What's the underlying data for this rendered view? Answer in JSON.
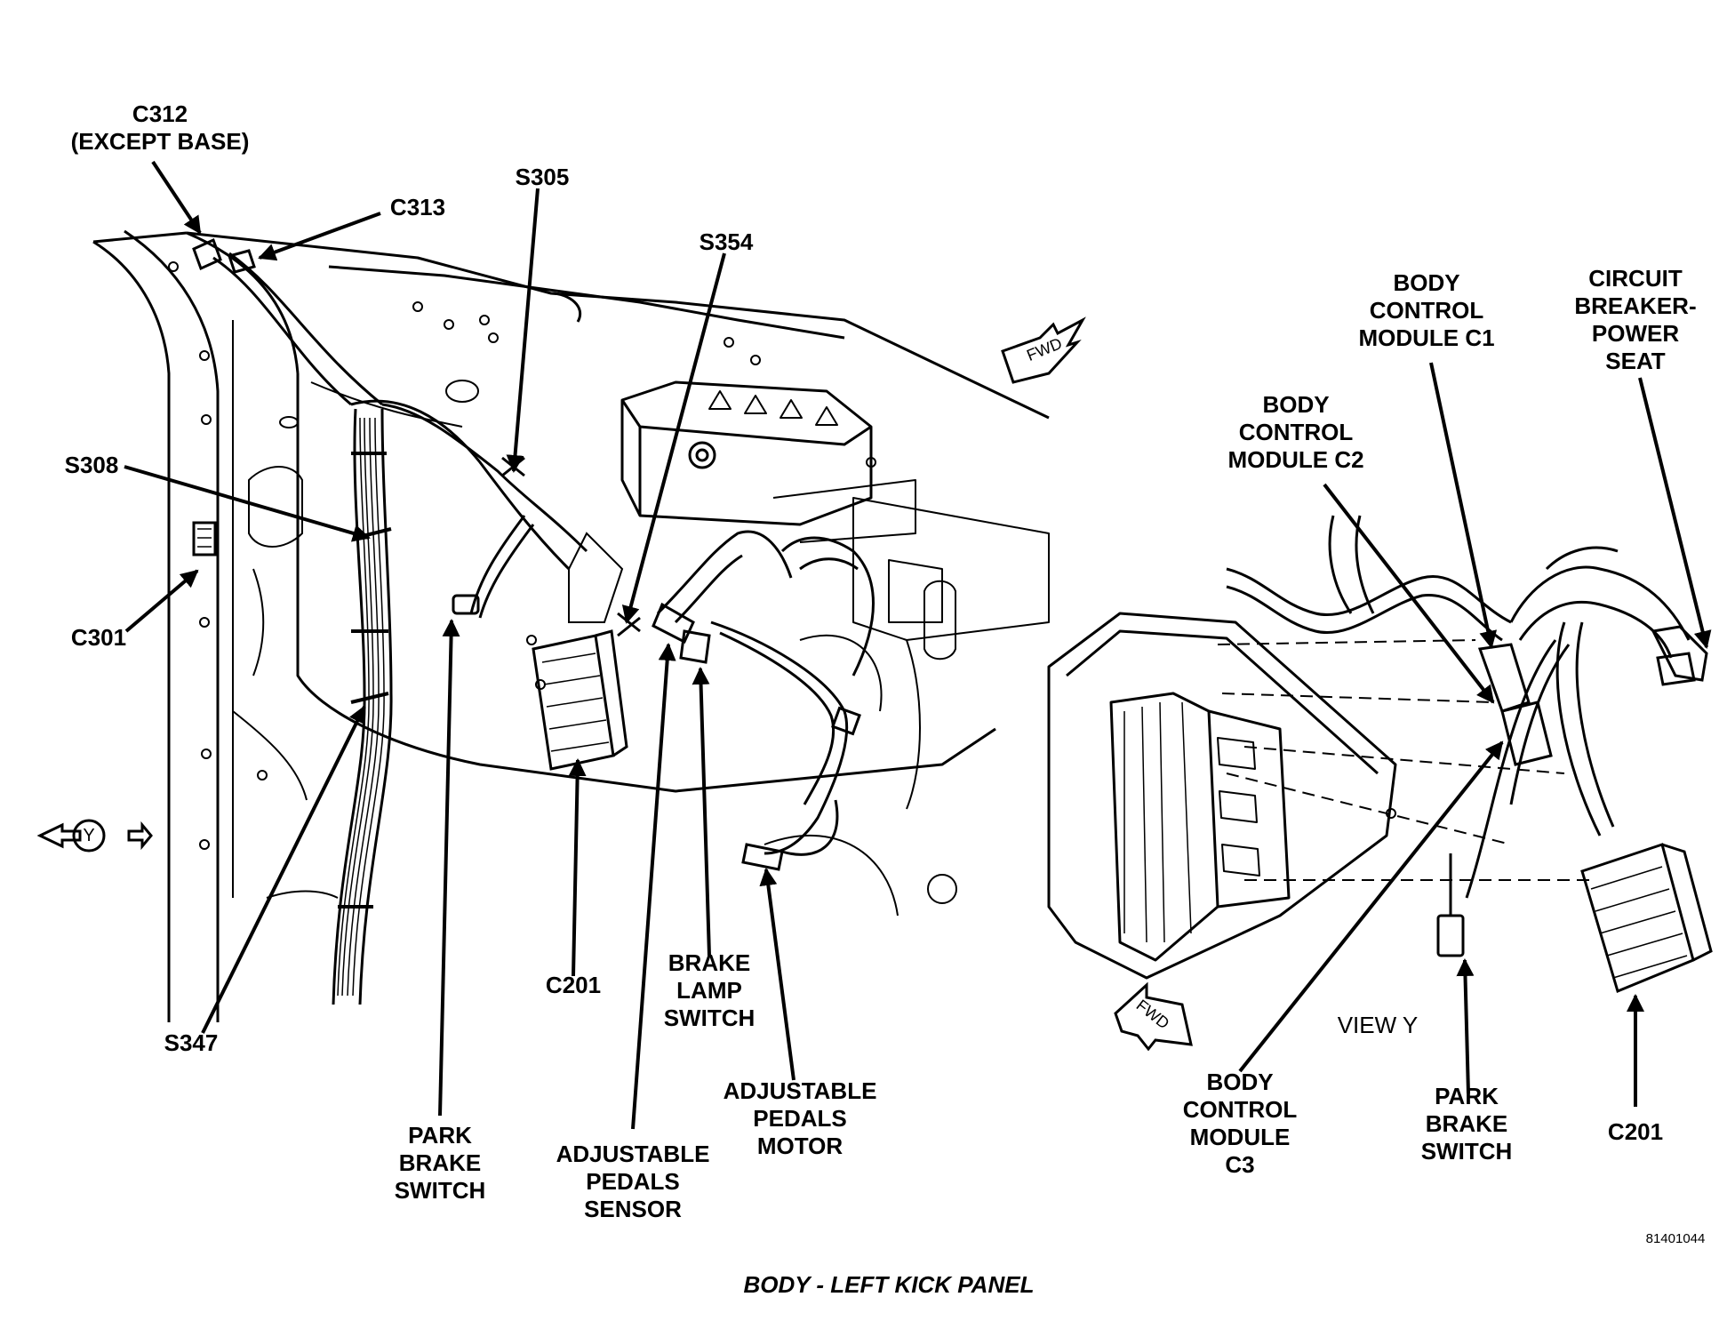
{
  "title": "BODY - LEFT KICK PANEL",
  "figure_id": "81401044",
  "view_caption": "VIEW Y",
  "view_marker": "Y",
  "fwd_marker": "FWD",
  "labels": {
    "c312": [
      "C312",
      "(EXCEPT BASE)"
    ],
    "c313": [
      "C313"
    ],
    "s305": [
      "S305"
    ],
    "s354": [
      "S354"
    ],
    "s308": [
      "S308"
    ],
    "c301": [
      "C301"
    ],
    "s347": [
      "S347"
    ],
    "park_brake_switch_left": [
      "PARK",
      "BRAKE",
      "SWITCH"
    ],
    "c201_left": [
      "C201"
    ],
    "brake_lamp_switch": [
      "BRAKE",
      "LAMP",
      "SWITCH"
    ],
    "adjustable_pedals_sensor": [
      "ADJUSTABLE",
      "PEDALS",
      "SENSOR"
    ],
    "adjustable_pedals_motor": [
      "ADJUSTABLE",
      "PEDALS",
      "MOTOR"
    ],
    "bcm_c1": [
      "BODY",
      "CONTROL",
      "MODULE C1"
    ],
    "circuit_breaker": [
      "CIRCUIT",
      "BREAKER-",
      "POWER",
      "SEAT"
    ],
    "bcm_c2": [
      "BODY",
      "CONTROL",
      "MODULE C2"
    ],
    "bcm_c3": [
      "BODY",
      "CONTROL",
      "MODULE",
      "C3"
    ],
    "park_brake_switch_right": [
      "PARK",
      "BRAKE",
      "SWITCH"
    ],
    "c201_right": [
      "C201"
    ]
  }
}
